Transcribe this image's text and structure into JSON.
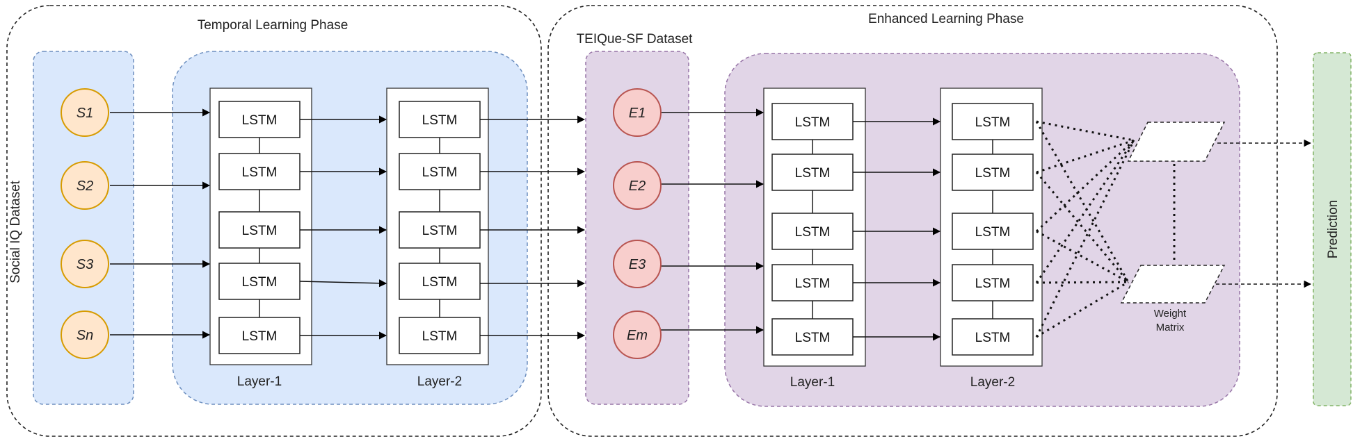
{
  "phases": {
    "temporal": "Temporal Learning Phase",
    "enhanced": "Enhanced Learning Phase"
  },
  "datasets": {
    "social_iq": "Social IQ Dataset",
    "teique": "TEIQue-SF Dataset"
  },
  "social_nodes": [
    "S1",
    "S2",
    "S3",
    "Sn"
  ],
  "emotion_nodes": [
    "E1",
    "E2",
    "E3",
    "Em"
  ],
  "lstm_label": "LSTM",
  "layer_labels": {
    "layer1": "Layer-1",
    "layer2": "Layer-2"
  },
  "weight_matrix": {
    "line1": "Weight",
    "line2": "Matrix"
  },
  "prediction": "Prediction",
  "colors": {
    "blue_fill": "#dae8fc",
    "blue_stroke": "#6c8ebf",
    "orange_fill": "#ffe6cc",
    "orange_stroke": "#d79b00",
    "purple_fill": "#e1d5e7",
    "purple_stroke": "#9673a6",
    "red_fill": "#f8cecc",
    "red_stroke": "#b85450",
    "green_fill": "#d5e8d4",
    "green_stroke": "#82b366"
  }
}
